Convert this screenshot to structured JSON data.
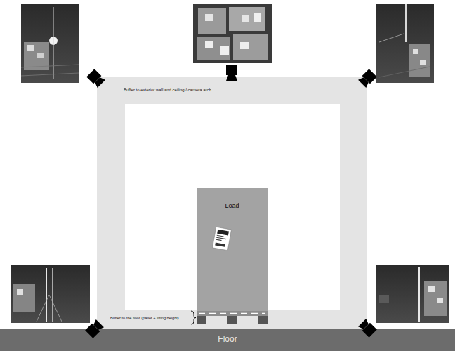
{
  "diagram": {
    "nodes": [
      {
        "text": [
          "Buffer to exterior wall and ceiling / camera arch"
        ]
      },
      {
        "text": [
          "Load"
        ],
        "in": 0
      },
      {
        "text": [
          "Floor"
        ]
      }
    ],
    "labels": [
      "Buffer to the floor (pallet + lifting height)"
    ]
  }
}
